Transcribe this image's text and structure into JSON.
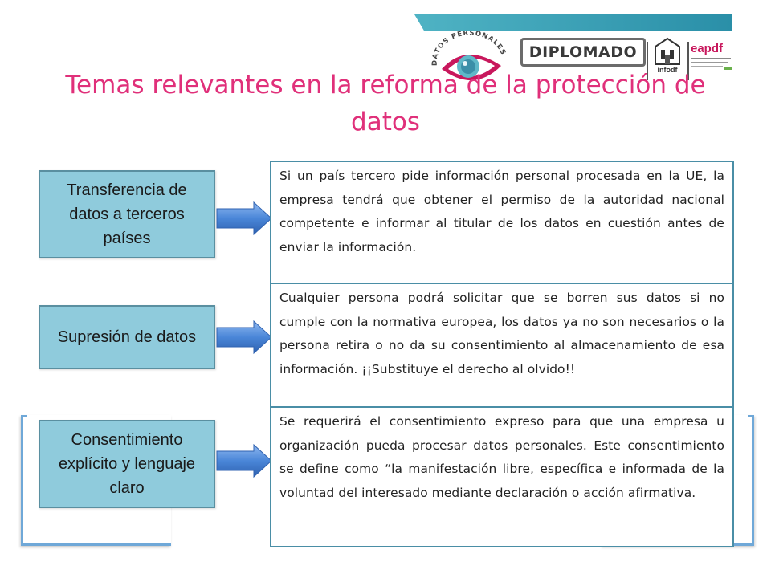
{
  "header": {
    "logo_arc_text": "DATOS PERSONALES",
    "program_label": "DIPLOMADO",
    "infodf_label": "infodf",
    "eapdf_label": "eapdf"
  },
  "title": "Temas relevantes en la reforma de la protección de datos",
  "topics": [
    {
      "label": "Transferencia de datos a terceros países",
      "description": "Si un país tercero pide información personal procesada en la UE, la empresa tendrá que obtener el permiso de la autoridad nacional competente e informar al titular de los datos en cuestión antes de enviar la información."
    },
    {
      "label": "Supresión de datos",
      "description": "Cualquier persona podrá solicitar que se borren sus datos si no cumple con la normativa europea, los datos ya no son necesarios o la persona retira o no da su consentimiento  al almacenamiento de esa información. ¡¡Substituye el derecho al olvido!!"
    },
    {
      "label": "Consentimiento explícito y lenguaje claro",
      "description": "Se requerirá el consentimiento expreso para que una empresa u organización pueda procesar datos personales. Este consentimiento se define como “la manifestación libre, específica e informada de la voluntad del interesado mediante declaración o acción afirmativa."
    }
  ],
  "colors": {
    "title": "#e0307a",
    "topic_fill": "#8fcbdc",
    "box_border": "#4a8ea6",
    "arrow": "#4a86d8",
    "banner_stripe": "#2a8fa8",
    "eapdf": "#c8175c"
  }
}
